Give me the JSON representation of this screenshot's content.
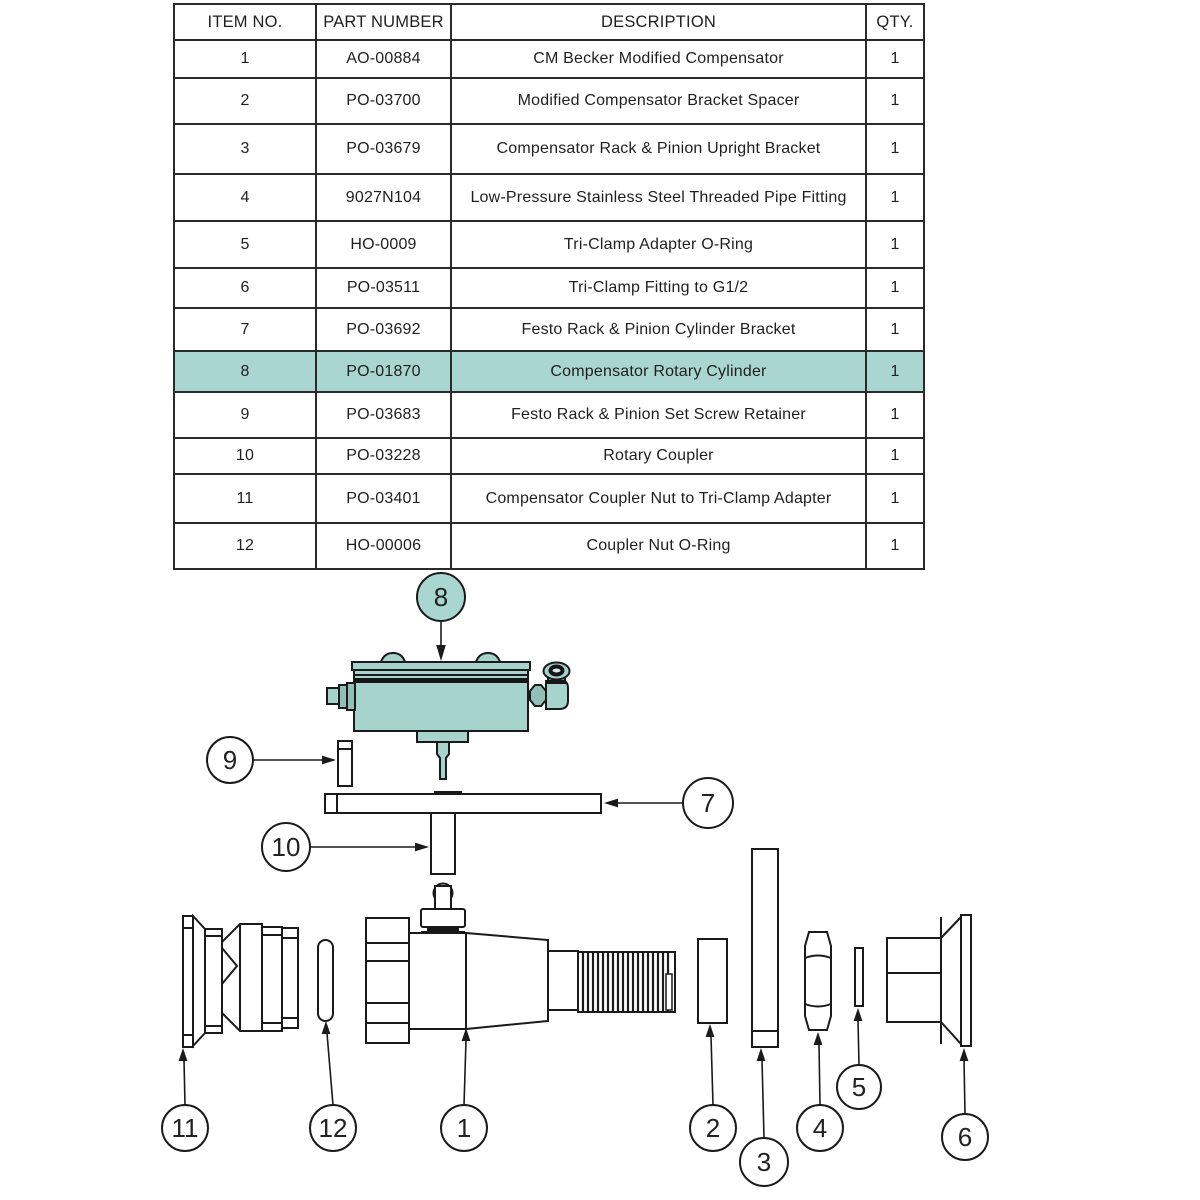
{
  "table": {
    "headers": {
      "item": "ITEM NO.",
      "part": "PART NUMBER",
      "desc": "DESCRIPTION",
      "qty": "QTY."
    },
    "rows": [
      {
        "item": "1",
        "part": "AO-00884",
        "desc": "CM Becker Modified Compensator",
        "qty": "1"
      },
      {
        "item": "2",
        "part": "PO-03700",
        "desc": "Modified Compensator Bracket Spacer",
        "qty": "1"
      },
      {
        "item": "3",
        "part": "PO-03679",
        "desc": "Compensator Rack & Pinion Upright Bracket",
        "qty": "1"
      },
      {
        "item": "4",
        "part": "9027N104",
        "desc": "Low-Pressure Stainless Steel Threaded Pipe Fitting",
        "qty": "1"
      },
      {
        "item": "5",
        "part": "HO-0009",
        "desc": "Tri-Clamp Adapter O-Ring",
        "qty": "1"
      },
      {
        "item": "6",
        "part": "PO-03511",
        "desc": "Tri-Clamp Fitting to G1/2",
        "qty": "1"
      },
      {
        "item": "7",
        "part": "PO-03692",
        "desc": "Festo Rack & Pinion Cylinder Bracket",
        "qty": "1"
      },
      {
        "item": "8",
        "part": "PO-01870",
        "desc": "Compensator Rotary Cylinder",
        "qty": "1"
      },
      {
        "item": "9",
        "part": "PO-03683",
        "desc": "Festo Rack & Pinion Set Screw Retainer",
        "qty": "1"
      },
      {
        "item": "10",
        "part": "PO-03228",
        "desc": "Rotary Coupler",
        "qty": "1"
      },
      {
        "item": "11",
        "part": "PO-03401",
        "desc": "Compensator Coupler Nut to Tri-Clamp Adapter",
        "qty": "1"
      },
      {
        "item": "12",
        "part": "HO-00006",
        "desc": "Coupler Nut O-Ring",
        "qty": "1"
      }
    ],
    "highlighted_item": "8",
    "highlight_color": "#a9d6d0"
  },
  "diagram": {
    "part_fill_color": "#a6d4cd",
    "line_color": "#1a1a1a",
    "callouts": {
      "c1": "1",
      "c2": "2",
      "c3": "3",
      "c4": "4",
      "c5": "5",
      "c6": "6",
      "c7": "7",
      "c8": "8",
      "c9": "9",
      "c10": "10",
      "c11": "11",
      "c12": "12"
    }
  }
}
